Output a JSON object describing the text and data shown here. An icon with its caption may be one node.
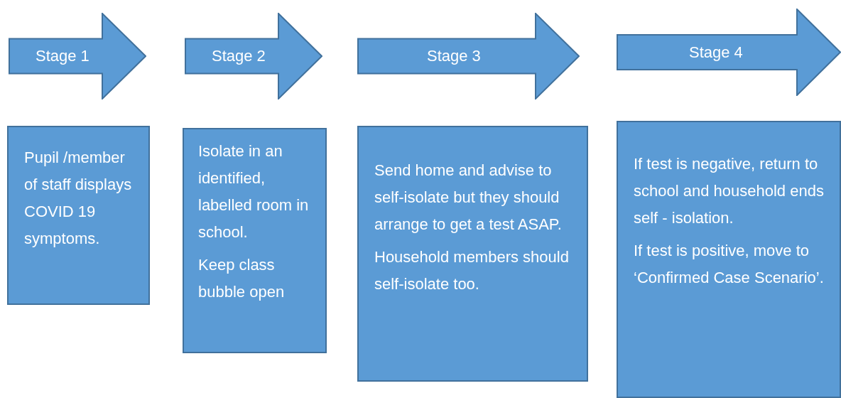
{
  "diagram": {
    "nodes": [
      {
        "text": [
          "Stage 1"
        ]
      },
      {
        "text": [
          "Stage 2"
        ]
      },
      {
        "text": [
          "Stage 3"
        ]
      },
      {
        "text": [
          "Stage 4"
        ]
      },
      {
        "text": [
          "Pupil /member of staff displays COVID 19 symptoms."
        ]
      },
      {
        "text": [
          "Isolate in an identified, labelled room in school.",
          "Keep class bubble open"
        ]
      },
      {
        "text": [
          "Send home and advise to self-isolate but they should arrange to get a test ASAP.",
          "Household members should self-isolate too."
        ]
      },
      {
        "text": [
          "If test is negative, return to school and household ends self - isolation.",
          "If test is positive, move to ‘Confirmed Case Scenario’."
        ]
      }
    ],
    "edges": []
  }
}
